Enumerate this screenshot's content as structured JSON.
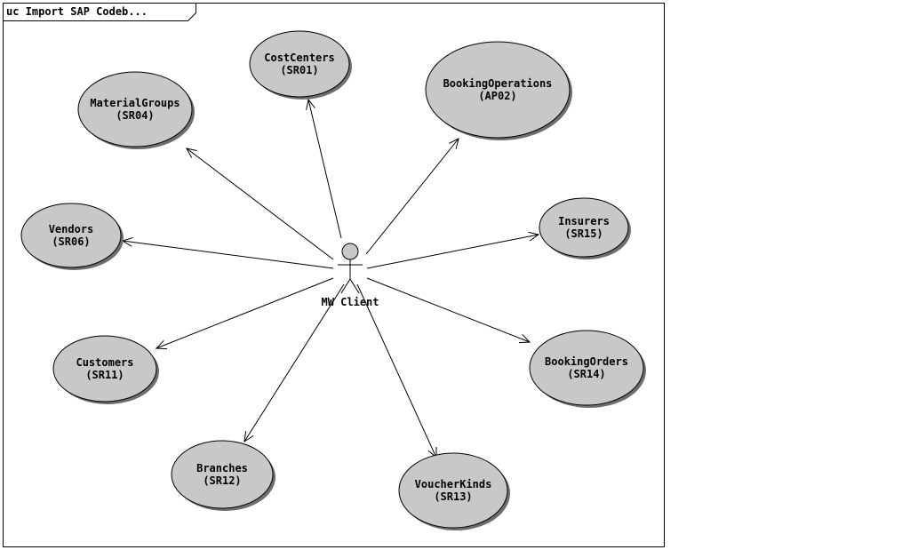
{
  "diagram": {
    "frame_title": "uc Import SAP Codeb...",
    "actor": {
      "name": "MW Client"
    },
    "use_cases": [
      {
        "id": "costcenters",
        "name": "CostCenters",
        "code": "(SR01)"
      },
      {
        "id": "bookingoperations",
        "name": "BookingOperations",
        "code": "(AP02)"
      },
      {
        "id": "materialgroups",
        "name": "MaterialGroups",
        "code": "(SR04)"
      },
      {
        "id": "vendors",
        "name": "Vendors",
        "code": "(SR06)"
      },
      {
        "id": "insurers",
        "name": "Insurers",
        "code": "(SR15)"
      },
      {
        "id": "customers",
        "name": "Customers",
        "code": "(SR11)"
      },
      {
        "id": "bookingorders",
        "name": "BookingOrders",
        "code": "(SR14)"
      },
      {
        "id": "branches",
        "name": "Branches",
        "code": "(SR12)"
      },
      {
        "id": "voucherkinds",
        "name": "VoucherKinds",
        "code": "(SR13)"
      }
    ],
    "colors": {
      "use_case_fill": "#c8c8c8",
      "use_case_stroke": "#000000",
      "shadow": "#6e6e6e",
      "line": "#000000",
      "background": "#ffffff"
    }
  }
}
